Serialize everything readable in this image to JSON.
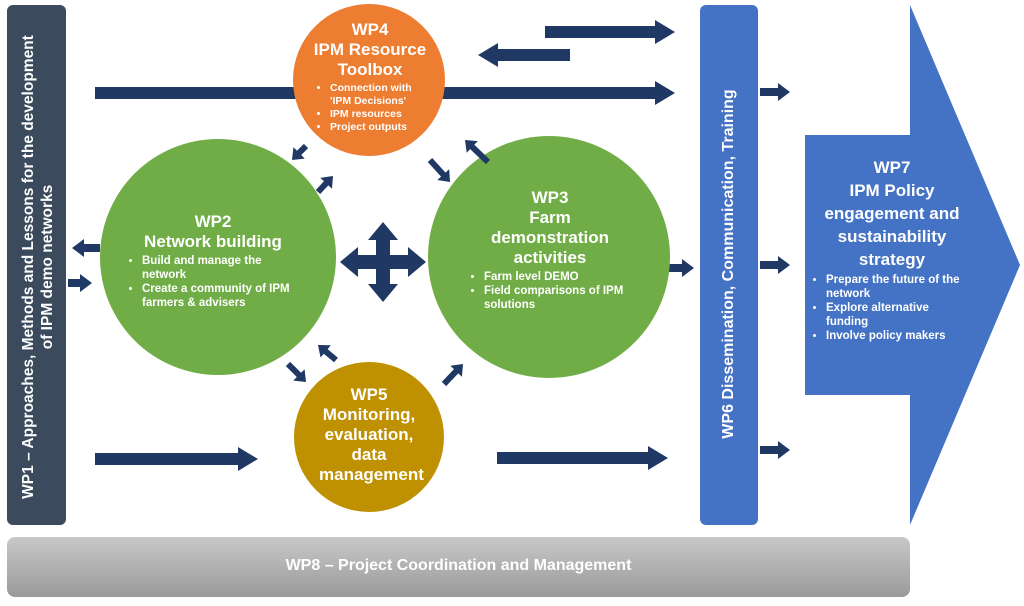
{
  "colors": {
    "navy": "#1f3864",
    "wp1": "#3b4a5c",
    "wp4": "#ed7d31",
    "wp2": "#70ad47",
    "wp3": "#70ad47",
    "wp5": "#bf9000",
    "wp6": "#4472c4",
    "wp7": "#4472c4",
    "wp8": "#a5a5a5"
  },
  "wp1": {
    "label_line1": "WP1 – Approaches, Methods and Lessons for the development",
    "label_line2": "of IPM demo networks"
  },
  "wp4": {
    "code": "WP4",
    "title": "IPM Resource Toolbox",
    "bullets": [
      "Connection with 'IPM Decisions'",
      "IPM resources",
      "Project outputs"
    ]
  },
  "wp2": {
    "code": "WP2",
    "title": "Network building",
    "bullets": [
      "Build and manage the network",
      "Create a community of IPM farmers & advisers"
    ]
  },
  "wp3": {
    "code": "WP3",
    "title": "Farm demonstration activities",
    "bullets": [
      "Farm level DEMO",
      "Field comparisons of IPM solutions"
    ]
  },
  "wp5": {
    "code": "WP5",
    "title": "Monitoring, evaluation, data management"
  },
  "wp6": {
    "label": "WP6 Dissemination, Communication, Training"
  },
  "wp7": {
    "code": "WP7",
    "title": "IPM Policy engagement and sustainability strategy",
    "bullets": [
      "Prepare the future of the network",
      "Explore alternative funding",
      "Involve policy makers"
    ]
  },
  "wp8": {
    "label": "WP8 – Project Coordination and Management"
  }
}
